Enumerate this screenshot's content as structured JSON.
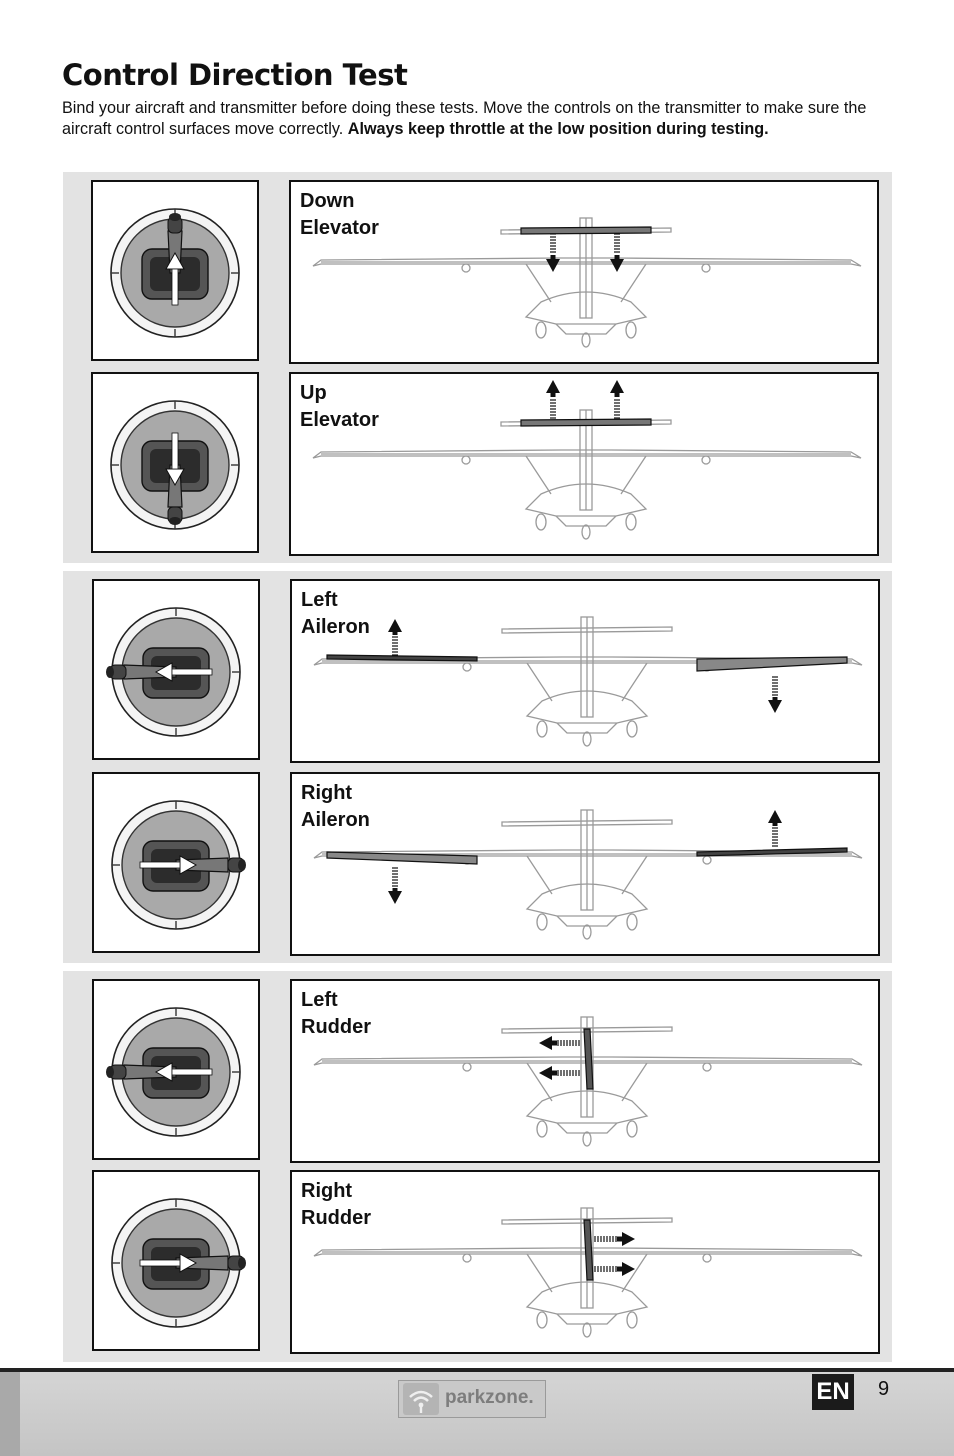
{
  "page": {
    "title": "Control Direction Test",
    "intro_text": "Bind your aircraft and transmitter before doing these tests. Move the controls on the transmitter to make sure the aircraft control surfaces move correctly. ",
    "intro_bold": "Always keep throttle at the low position during testing."
  },
  "panels": [
    {
      "line1": "Down",
      "line2": "Elevator",
      "stick": "up",
      "surface": "elevator",
      "deflection": "down"
    },
    {
      "line1": "Up",
      "line2": "Elevator",
      "stick": "down",
      "surface": "elevator",
      "deflection": "up"
    },
    {
      "line1": "Left",
      "line2": "Aileron",
      "stick": "left",
      "surface": "aileron",
      "deflection": "left"
    },
    {
      "line1": "Right",
      "line2": "Aileron",
      "stick": "right",
      "surface": "aileron",
      "deflection": "right"
    },
    {
      "line1": "Left",
      "line2": "Rudder",
      "stick": "left",
      "surface": "rudder",
      "deflection": "left"
    },
    {
      "line1": "Right",
      "line2": "Rudder",
      "stick": "right",
      "surface": "rudder",
      "deflection": "right"
    }
  ],
  "footer": {
    "brand": "parkzone.",
    "language": "EN",
    "page_number": "9"
  },
  "icons": [
    "transmitter-stick-icon",
    "airplane-front-view-icon",
    "direction-arrow-icon",
    "parkzone-logo-icon"
  ]
}
